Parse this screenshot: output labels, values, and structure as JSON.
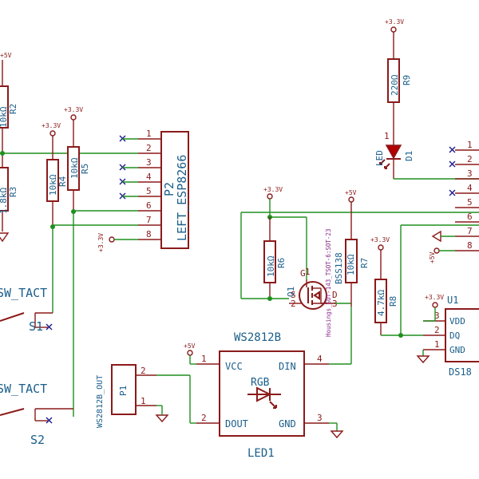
{
  "components": {
    "r2": {
      "ref": "R2",
      "value": "10kΩ"
    },
    "r3": {
      "ref": "R3",
      "value": "1.8kΩ"
    },
    "r4": {
      "ref": "R4",
      "value": "10kΩ"
    },
    "r5": {
      "ref": "R5",
      "value": "10kΩ"
    },
    "r6": {
      "ref": "R6",
      "value": "10kΩ"
    },
    "r7": {
      "ref": "R7",
      "value": "10kΩ"
    },
    "r8": {
      "ref": "R8",
      "value": "4.7kΩ"
    },
    "r9": {
      "ref": "R9",
      "value": "220Ω"
    },
    "d1": {
      "ref": "D1",
      "value": "LED"
    },
    "p2": {
      "ref": "P2",
      "value": "LEFT_ESP8266",
      "pins": [
        "1",
        "2",
        "3",
        "4",
        "5",
        "6",
        "7",
        "8"
      ]
    },
    "q1": {
      "ref": "Q1",
      "value": "BSS138",
      "footprint": "Housings_SOT-143_TSOT-6:SOT-23",
      "pin_g": "G",
      "pin_s": "S",
      "pin_d": "D",
      "pin_1": "1",
      "pin_2": "2",
      "pin_3": "3"
    },
    "led1": {
      "ref": "LED1",
      "value": "WS2812B",
      "symbol": "RGB",
      "vcc": "VCC",
      "din": "DIN",
      "dout": "DOUT",
      "gnd": "GND",
      "pin_1": "1",
      "pin_2": "2",
      "pin_3": "3",
      "pin_4": "4"
    },
    "p1": {
      "ref": "P1",
      "value": "WS2812B_OUT",
      "pin_1": "1",
      "pin_2": "2"
    },
    "s1": {
      "ref": "S1",
      "value": "SW_TACT"
    },
    "s2": {
      "ref": "S2",
      "value": "SW_TACT"
    },
    "u1": {
      "ref": "U1",
      "value": "DS18",
      "vdd": "VDD",
      "dq": "DQ",
      "gnd": "GND",
      "pin_1": "1",
      "pin_2": "2",
      "pin_3": "3"
    },
    "right_conn": {
      "pins": [
        "1",
        "2",
        "3",
        "4",
        "5",
        "6",
        "7",
        "8"
      ]
    }
  },
  "power": {
    "v5": "+5V",
    "v33": "+3.3V"
  }
}
